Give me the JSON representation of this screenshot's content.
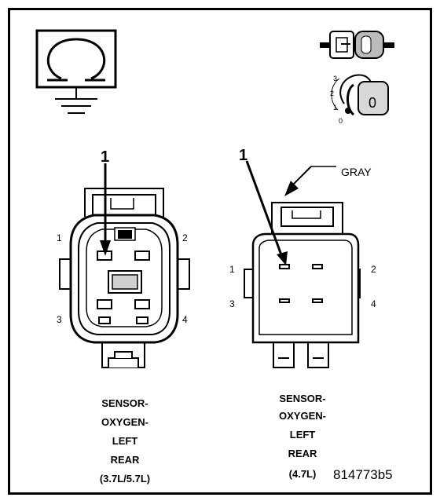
{
  "icons": {
    "ohmmeter": "ohmmeter-ground-icon",
    "connector_probe": "connector-probe-icon",
    "ignition_key": "ignition-key-icon"
  },
  "ignition": {
    "positions": [
      "3",
      "2",
      "1",
      "0"
    ],
    "key_label": "0"
  },
  "left_connector": {
    "callout": "1",
    "pins": [
      "1",
      "2",
      "3",
      "4"
    ],
    "caption": [
      "SENSOR-",
      "OXYGEN-",
      "LEFT",
      "REAR",
      "(3.7L/5.7L)"
    ]
  },
  "right_connector": {
    "callout": "1",
    "wire_color": "GRAY",
    "pins": [
      "1",
      "2",
      "3",
      "4"
    ],
    "caption": [
      "SENSOR-",
      "OXYGEN-",
      "LEFT",
      "REAR",
      "(4.7L)"
    ]
  },
  "figure_id": "814773b5"
}
